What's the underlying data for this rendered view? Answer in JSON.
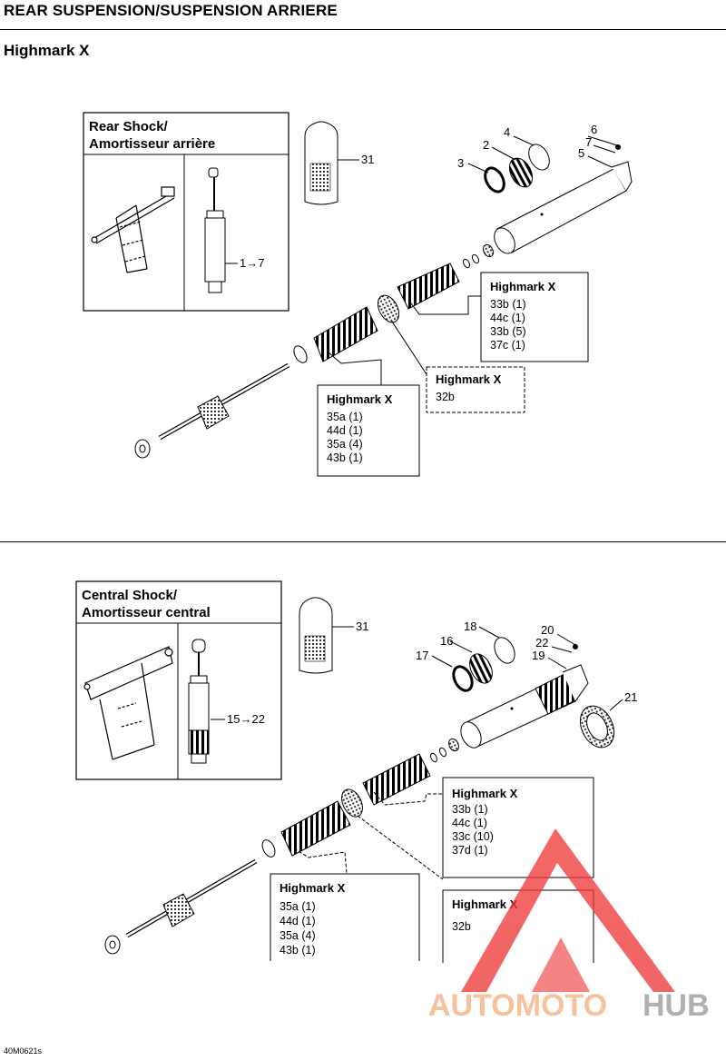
{
  "header": {
    "title": "REAR SUSPENSION/SUSPENSION ARRIERE",
    "model": "Highmark X"
  },
  "rear_shock": {
    "title_line1": "Rear Shock/",
    "title_line2": "Amortisseur arrière",
    "range_label": "1→7",
    "parts": [
      "31",
      "2",
      "3",
      "4",
      "5",
      "6",
      "7"
    ],
    "callout_a": {
      "heading": "Highmark X",
      "lines": [
        "33b (1)",
        "44c (1)",
        "33b (5)",
        "37c (1)"
      ]
    },
    "callout_b": {
      "heading": "Highmark X",
      "lines": [
        "32b"
      ]
    },
    "callout_c": {
      "heading": "Highmark X",
      "lines": [
        "35a (1)",
        "44d (1)",
        "35a (4)",
        "43b (1)"
      ]
    }
  },
  "central_shock": {
    "title_line1": "Central Shock/",
    "title_line2": "Amortisseur central",
    "range_label": "15→22",
    "parts": [
      "31",
      "16",
      "17",
      "18",
      "19",
      "20",
      "21",
      "22"
    ],
    "callout_a": {
      "heading": "Highmark X",
      "lines": [
        "33b (1)",
        "44c (1)",
        "33c (10)",
        "37d (1)"
      ]
    },
    "callout_b": {
      "heading": "Highmark X",
      "lines": [
        "32b"
      ]
    },
    "callout_c": {
      "heading": "Highmark X",
      "lines": [
        "35a (1)",
        "44d (1)",
        "35a (4)",
        "43b (1)"
      ]
    }
  },
  "watermark": {
    "part1": "AUTOMOTO",
    "part2": "HUB"
  },
  "footer": {
    "code": "40M0621s"
  },
  "colors": {
    "watermark_orange": "#f5b080",
    "watermark_gray": "#9a9a9a",
    "watermark_red": "#ee3b3b"
  }
}
